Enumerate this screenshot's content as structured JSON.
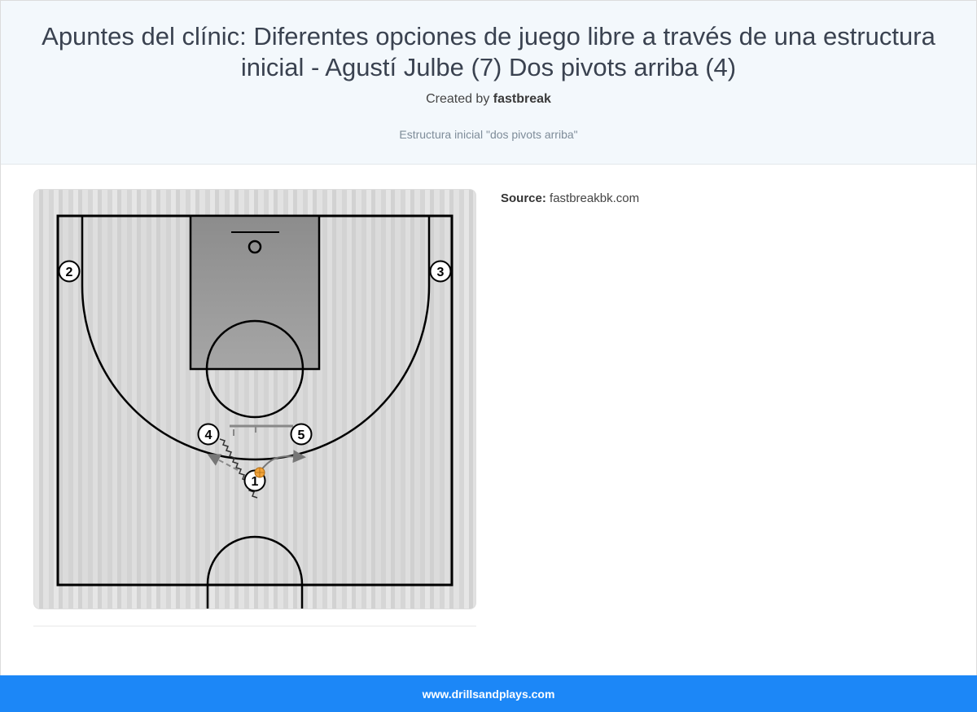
{
  "page": {
    "title": "Apuntes del clínic: Diferentes opciones de juego libre a través de una estructura inicial - Agustí Julbe (7) Dos pivots arriba (4)",
    "created_prefix": "Created by",
    "author": "fastbreak",
    "subtitle": "Estructura inicial \"dos pivots arriba\""
  },
  "source": {
    "label": "Source:",
    "value": "fastbreakbk.com"
  },
  "diagram": {
    "players": [
      {
        "id": "player-1",
        "label": "1"
      },
      {
        "id": "player-2",
        "label": "2"
      },
      {
        "id": "player-3",
        "label": "3"
      },
      {
        "id": "player-4",
        "label": "4"
      },
      {
        "id": "player-5",
        "label": "5"
      }
    ],
    "colors": {
      "court_lines": "#000000",
      "paint": "#8a8a8a",
      "ball": "#f2a43a",
      "arrow": "#777777"
    }
  },
  "footer": {
    "link": "www.drillsandplays.com"
  }
}
